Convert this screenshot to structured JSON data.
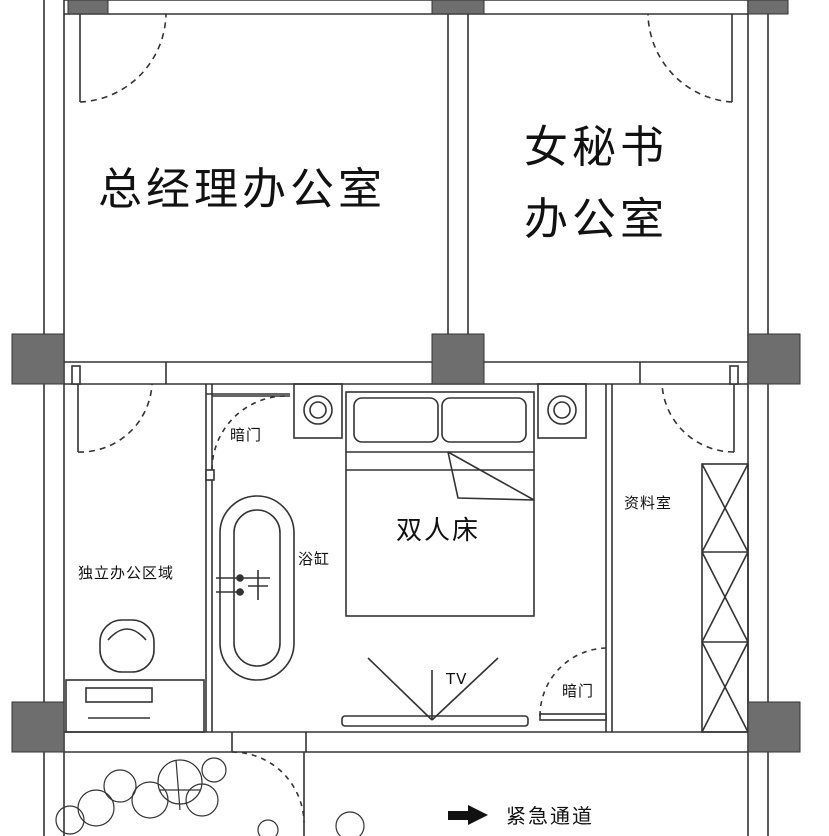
{
  "labels": {
    "gm_office": "总经理办公室",
    "secretary_office_line1": "女秘书",
    "secretary_office_line2": "办公室",
    "hidden_door_left": "暗门",
    "hidden_door_right": "暗门",
    "bathtub": "浴缸",
    "double_bed": "双人床",
    "archive_room": "资料室",
    "independent_office_area": "独立办公区域",
    "tv": "TV",
    "emergency_exit": "紧急通道"
  },
  "colors": {
    "line": "#333333",
    "pillar": "#6e6e6e",
    "background": "#ffffff"
  }
}
